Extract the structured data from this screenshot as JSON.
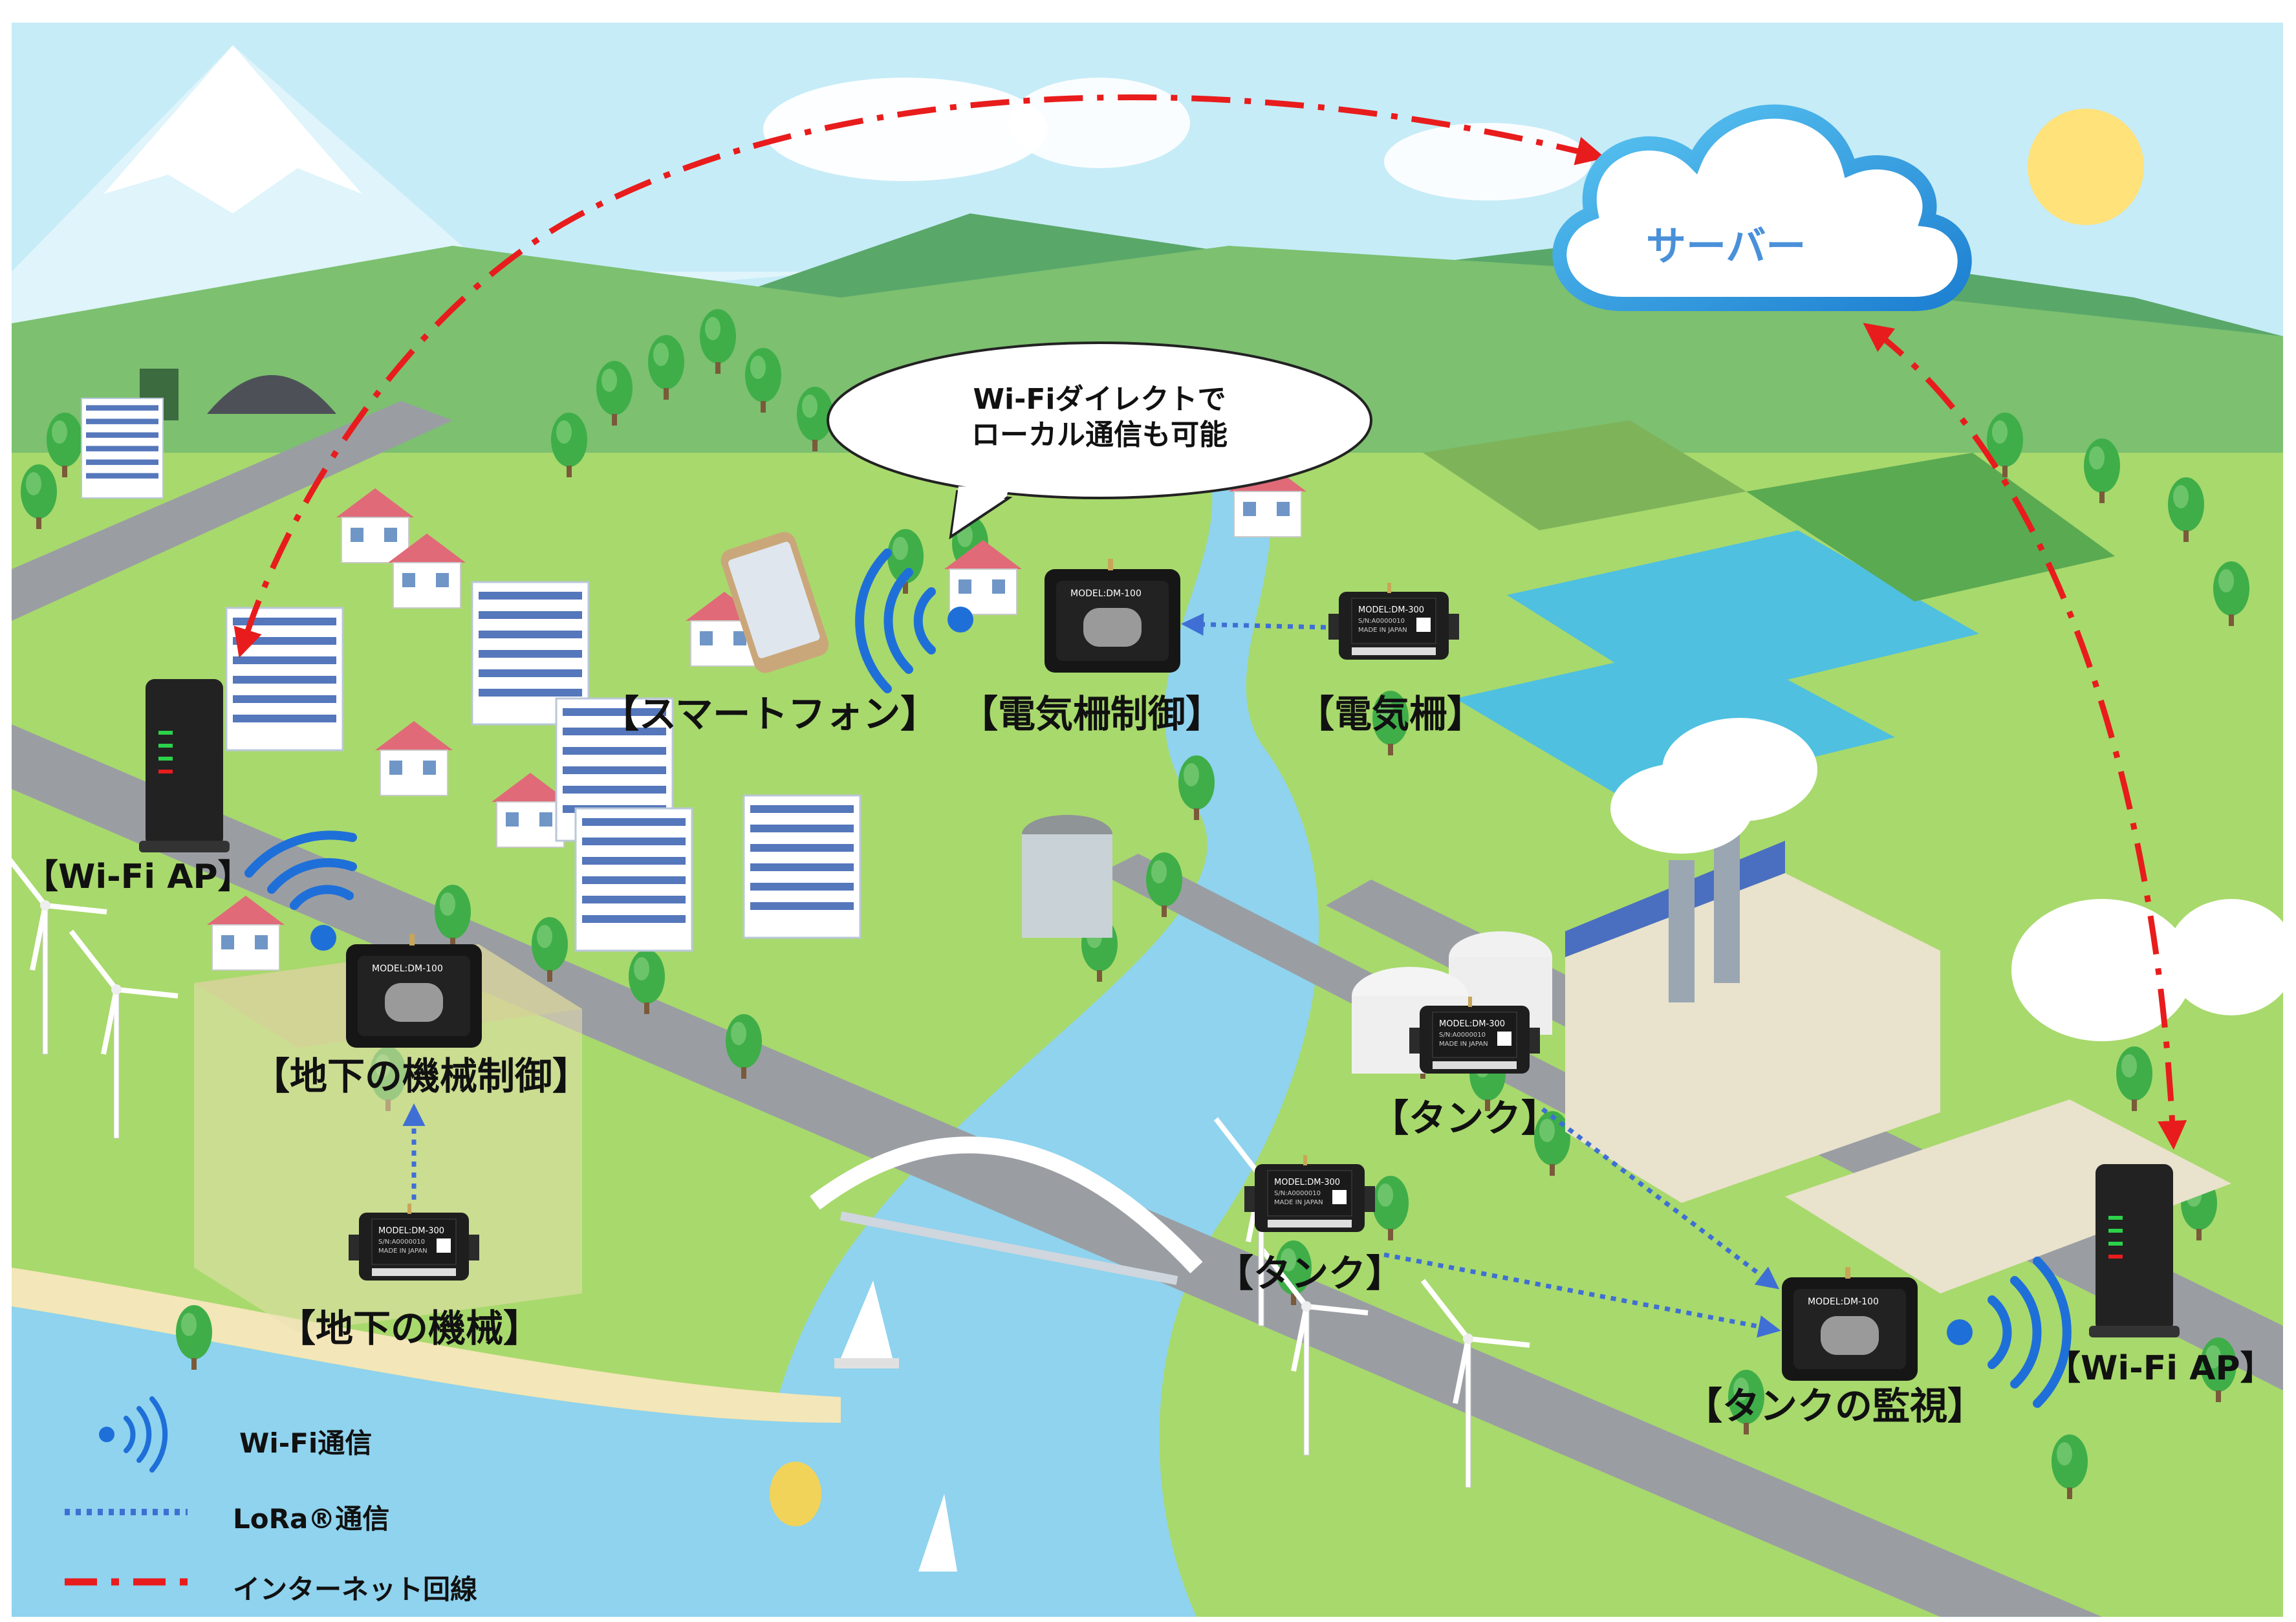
{
  "cloud_label": "サーバー",
  "bubble_lines": [
    "Wi-Fiダイレクトで",
    "ローカル通信も可能"
  ],
  "labels": {
    "smartphone": "【スマートフォン】",
    "fence_control": "【電気柵制御】",
    "electric_fence": "【電気柵】",
    "wifi_ap_left": "【Wi-Fi AP】",
    "underground_control": "【地下の機械制御】",
    "underground_machine": "【地下の機械】",
    "tank_1": "【タンク】",
    "tank_2": "【タンク】",
    "tank_monitor": "【タンクの監視】",
    "wifi_ap_right": "【Wi-Fi AP】"
  },
  "legend": {
    "wifi": "Wi-Fi通信",
    "lora": "LoRa®通信",
    "internet": "インターネット回線"
  },
  "colors": {
    "sky": "#c6ecf7",
    "grass": "#a8d96c",
    "water": "#8fd3ee",
    "road": "#9a9ea3",
    "internet_line": "#e81c1c",
    "lora_line": "#3f6fd4",
    "wifi_blue": "#1f6fd9",
    "cloud_blue": "#4a90d9"
  }
}
